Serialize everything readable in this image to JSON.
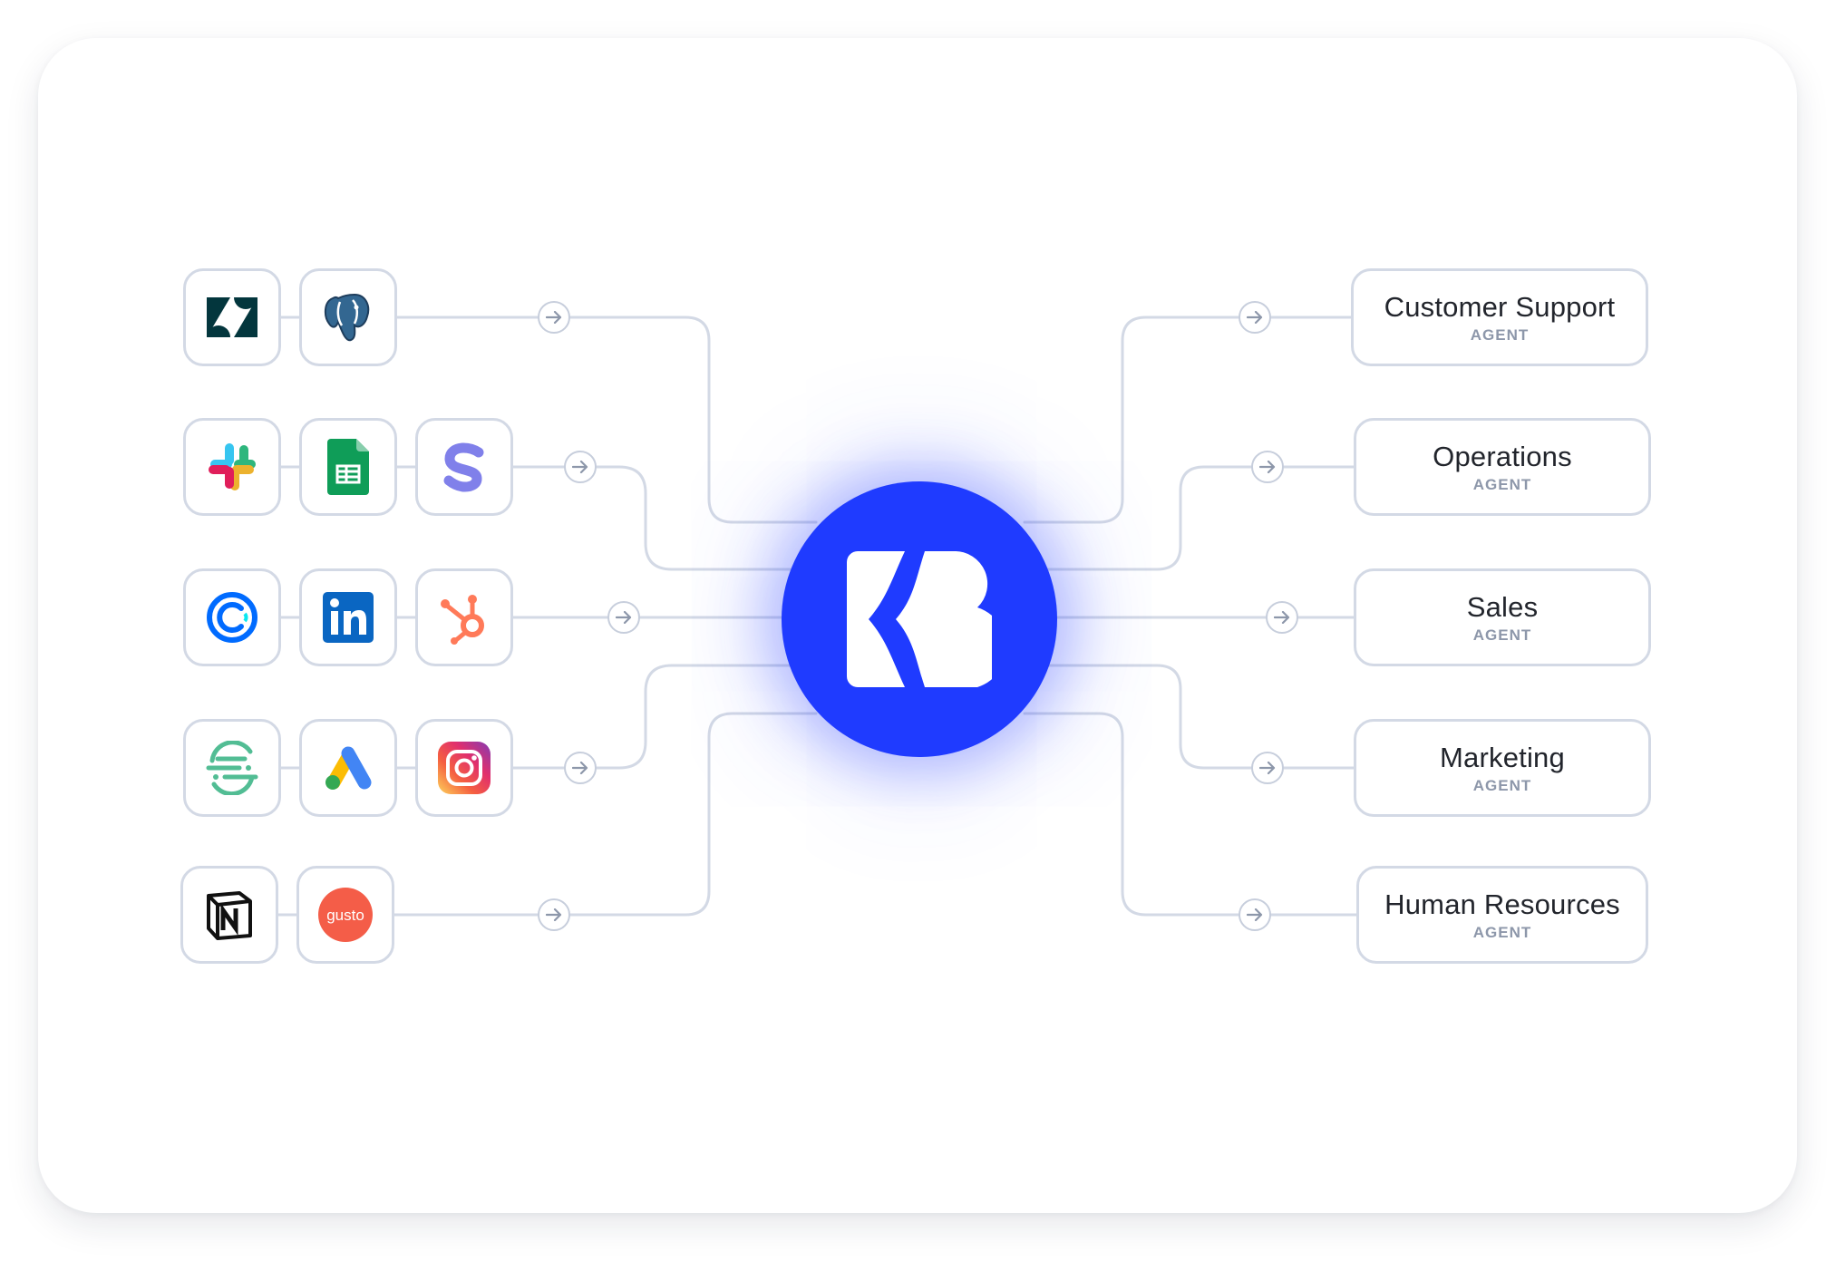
{
  "colors": {
    "accent": "#1f3bff",
    "connector": "#d3d9e5",
    "agent_subtitle": "#8d97aa"
  },
  "hub": {
    "icon": "brand-logo-icon"
  },
  "sources": [
    {
      "row": 1,
      "apps": [
        {
          "icon": "zendesk-icon"
        },
        {
          "icon": "postgresql-icon"
        }
      ]
    },
    {
      "row": 2,
      "apps": [
        {
          "icon": "slack-icon"
        },
        {
          "icon": "google-sheets-icon"
        },
        {
          "icon": "stripe-icon"
        }
      ]
    },
    {
      "row": 3,
      "apps": [
        {
          "icon": "calendly-icon"
        },
        {
          "icon": "linkedin-icon"
        },
        {
          "icon": "hubspot-icon"
        }
      ]
    },
    {
      "row": 4,
      "apps": [
        {
          "icon": "segment-icon"
        },
        {
          "icon": "google-ads-icon"
        },
        {
          "icon": "instagram-icon"
        }
      ]
    },
    {
      "row": 5,
      "apps": [
        {
          "icon": "notion-icon"
        },
        {
          "icon": "gusto-icon",
          "text": "gusto"
        }
      ]
    }
  ],
  "agents": [
    {
      "name": "Customer Support",
      "subtitle": "AGENT"
    },
    {
      "name": "Operations",
      "subtitle": "AGENT"
    },
    {
      "name": "Sales",
      "subtitle": "AGENT"
    },
    {
      "name": "Marketing",
      "subtitle": "AGENT"
    },
    {
      "name": "Human Resources",
      "subtitle": "AGENT"
    }
  ]
}
